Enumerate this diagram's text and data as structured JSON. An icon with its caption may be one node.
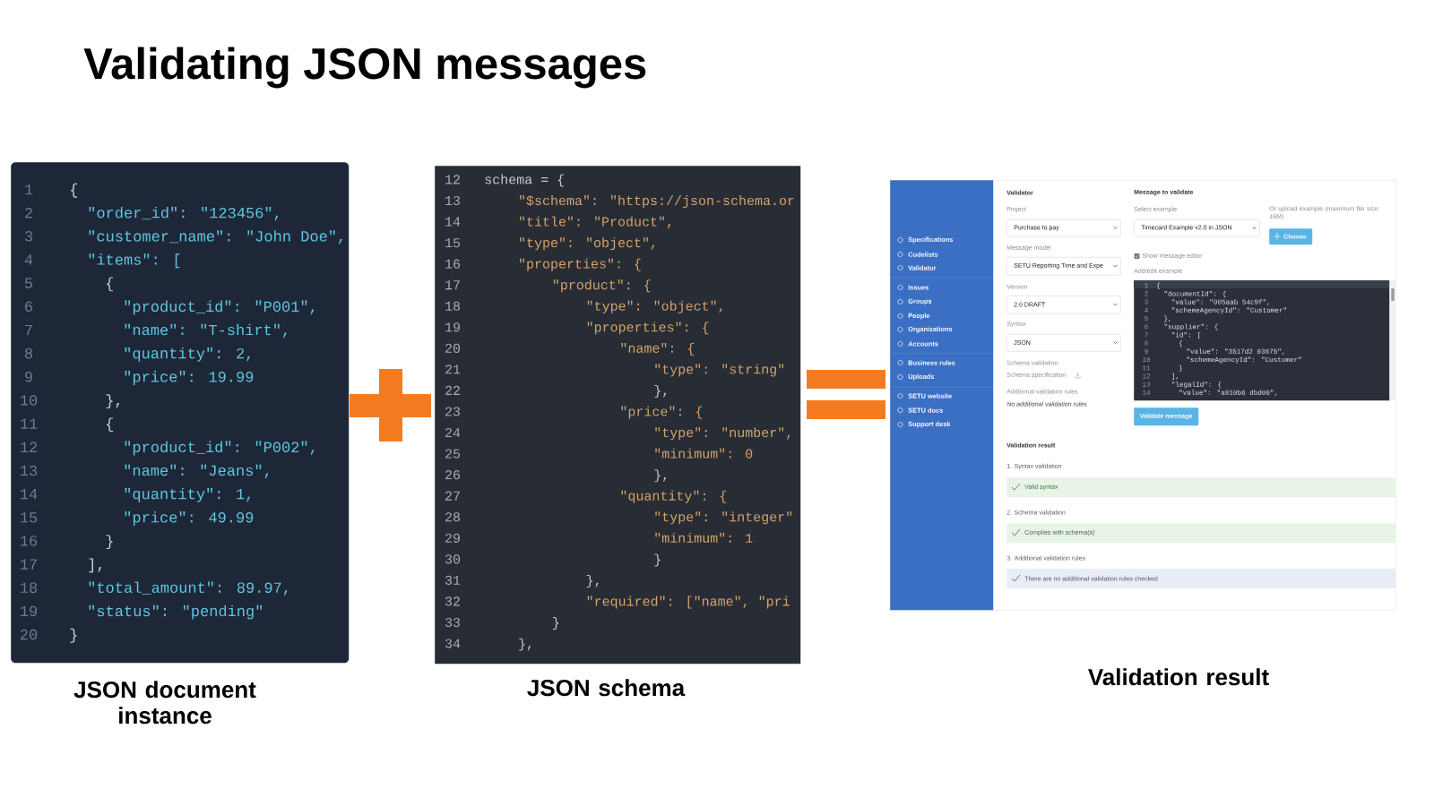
{
  "diagram": {
    "title": "Validating JSON messages",
    "nodes": [
      {
        "text": [
          "1",
          "{",
          "2",
          "\"order_id\": \"123456\",",
          "3",
          "\"customer_name\": \"John Doe\",",
          "4",
          "\"items\": [",
          "5",
          "{",
          "6",
          "\"product_id\": \"P001\",",
          "7",
          "\"name\": \"T-shirt\",",
          "8",
          "\"quantity\": 2,",
          "9",
          "\"price\": 19.99",
          "10",
          "},",
          "11",
          "{",
          "12",
          "\"product_id\": \"P002\",",
          "13",
          "\"name\": \"Jeans\",",
          "14",
          "\"quantity\": 1,",
          "15",
          "\"price\": 49.99",
          "16",
          "}",
          "17",
          "],",
          "18",
          "\"total_amount\": 89.97,",
          "19",
          "\"status\": \"pending\"",
          "20",
          "}"
        ],
        "beside": [
          "JSON document instance"
        ]
      },
      {
        "text": [
          "12",
          "schema = {",
          "13",
          "\"$schema\": \"https://json-schema.or",
          "14",
          "\"title\": \"Product\",",
          "15",
          "\"type\": \"object\",",
          "16",
          "\"properties\": {",
          "17",
          "\"product\": {",
          "18",
          "\"type\": \"object\",",
          "19",
          "\"properties\": {",
          "20",
          "\"name\": {",
          "21",
          "\"type\": \"string\"",
          "22",
          "},",
          "23",
          "\"price\": {",
          "24",
          "\"type\": \"number\",",
          "25",
          "\"minimum\": 0",
          "26",
          "},",
          "27",
          "\"quantity\": {",
          "28",
          "\"type\": \"integer\"",
          "29",
          "\"minimum\": 1",
          "30",
          "}",
          "31",
          "},",
          "32",
          "\"required\": [\"name\", \"pri",
          "33",
          "}",
          "34",
          "},"
        ],
        "beside": [
          "JSON schema"
        ]
      },
      {
        "text": [],
        "shape": "box",
        "beside": [
          "Validation result"
        ]
      },
      {
        "text": [
          "Specifications",
          "Codelists",
          "Validator",
          "Issues",
          "Groups",
          "People",
          "Organizations",
          "Accounts",
          "Business rules",
          "Uploads",
          "SETU website",
          "SETU docs",
          "Support desk"
        ],
        "in": 2
      },
      {
        "text": [
          "Purchase to pay"
        ],
        "in": 2
      },
      {
        "text": [
          "SETU Reporting Time and Expe"
        ],
        "in": 2
      },
      {
        "text": [
          "2.0 DRAFT"
        ],
        "in": 2
      },
      {
        "text": [
          "JSON"
        ],
        "in": 2
      },
      {
        "text": [
          "Timecard Example v2.0 in JSON"
        ],
        "in": 2
      },
      {
        "text": [
          "Choose"
        ],
        "in": 2
      },
      {
        "text": [
          "1",
          "{",
          "2",
          "\"documentId\": {",
          "3",
          "\"value\": \"005aab 54c9f\",",
          "4",
          "\"schemeAgencyId\": \"Customer\"",
          "5",
          "},",
          "6",
          "\"supplier\": {",
          "7",
          "\"id\": [",
          "8",
          "{",
          "9",
          "\"value\": \"3517d2 03675\",",
          "10",
          "\"schemeAgencyId\": \"Customer\"",
          "11",
          "}",
          "12",
          "],",
          "13",
          "\"legalId\": {",
          "14",
          "\"value\": \"a810b6 dbd00\","
        ],
        "in": 2
      },
      {
        "text": [
          "Validate message"
        ],
        "in": 2
      },
      {
        "text": [
          "Valid syntax"
        ],
        "in": 2
      },
      {
        "text": [
          "Complies with schema(s)"
        ],
        "in": 2
      },
      {
        "text": [
          "There are no additional validation rules checked"
        ],
        "in": 2
      }
    ],
    "labels": [
      "Validator",
      "Project",
      "Message model",
      "Version",
      "Syntax",
      "Schema validation",
      "Schema specification",
      "Additional validation rules",
      "No additional validation rules",
      "Message to validate",
      "Select example",
      "Or upload example (maximum file size: 16M)",
      "Show message editor",
      "Add/edit example",
      "Validation result",
      "1. Syntax validation",
      "2. Schema validation",
      "3. Additional validation rules"
    ]
  }
}
